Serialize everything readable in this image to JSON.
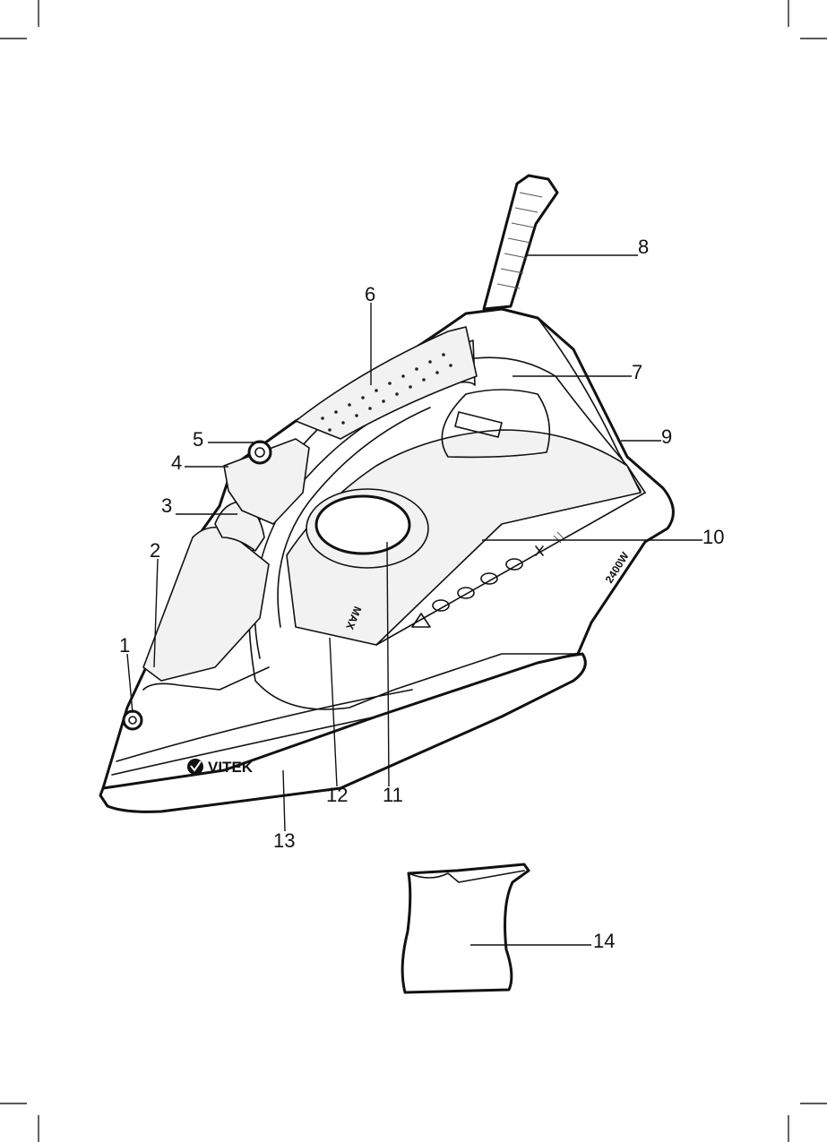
{
  "brand": "VITEK",
  "power_label": "2400W",
  "max_label": "MAX",
  "callouts": [
    "1",
    "2",
    "3",
    "4",
    "5",
    "6",
    "7",
    "8",
    "9",
    "10",
    "11",
    "12",
    "13",
    "14"
  ]
}
